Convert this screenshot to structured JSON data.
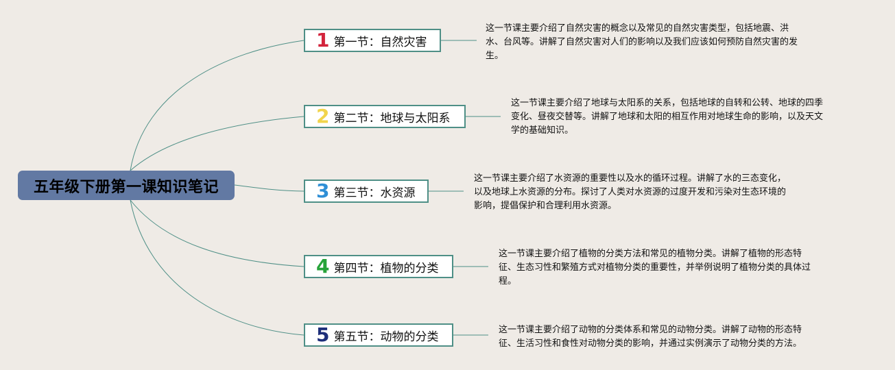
{
  "root": {
    "title": "五年级下册第一课知识笔记"
  },
  "sections": [
    {
      "number": "1",
      "label": "第一节：自然灾害",
      "number_color": "#d3243c",
      "desc_lines": [
        "这一节课主要介绍了自然灾害的概念以及常见的自然灾害类型，包括地震、洪",
        "水、台风等。讲解了自然灾害对人们的影响以及我们应该如何预防自然灾害的发",
        "生。"
      ]
    },
    {
      "number": "2",
      "label": "第二节：地球与太阳系",
      "number_color": "#f1d44c",
      "desc_lines": [
        "这一节课主要介绍了地球与太阳系的关系，包括地球的自转和公转、地球的四季",
        "变化、昼夜交替等。讲解了地球和太阳的相互作用对地球生命的影响，以及天文",
        "学的基础知识。"
      ]
    },
    {
      "number": "3",
      "label": "第三节：水资源",
      "number_color": "#2f8fd6",
      "desc_lines": [
        "这一节课主要介绍了水资源的重要性以及水的循环过程。讲解了水的三态变化，",
        "以及地球上水资源的分布。探讨了人类对水资源的过度开发和污染对生态环境的",
        "影响，提倡保护和合理利用水资源。"
      ]
    },
    {
      "number": "4",
      "label": "第四节：植物的分类",
      "number_color": "#27a33a",
      "desc_lines": [
        "这一节课主要介绍了植物的分类方法和常见的植物分类。讲解了植物的形态特",
        "征、生态习性和繁殖方式对植物分类的重要性，并举例说明了植物分类的具体过",
        "程。"
      ]
    },
    {
      "number": "5",
      "label": "第五节：动物的分类",
      "number_color": "#1e2f7a",
      "desc_lines": [
        "这一节课主要介绍了动物的分类体系和常见的动物分类。讲解了动物的形态特",
        "征、生活习性和食性对动物分类的影响，并通过实例演示了动物分类的方法。"
      ]
    }
  ],
  "colors": {
    "background": "#efebe6",
    "root_fill": "#6279a3",
    "node_border": "#4e8f86",
    "connector": "#4e8f86"
  }
}
